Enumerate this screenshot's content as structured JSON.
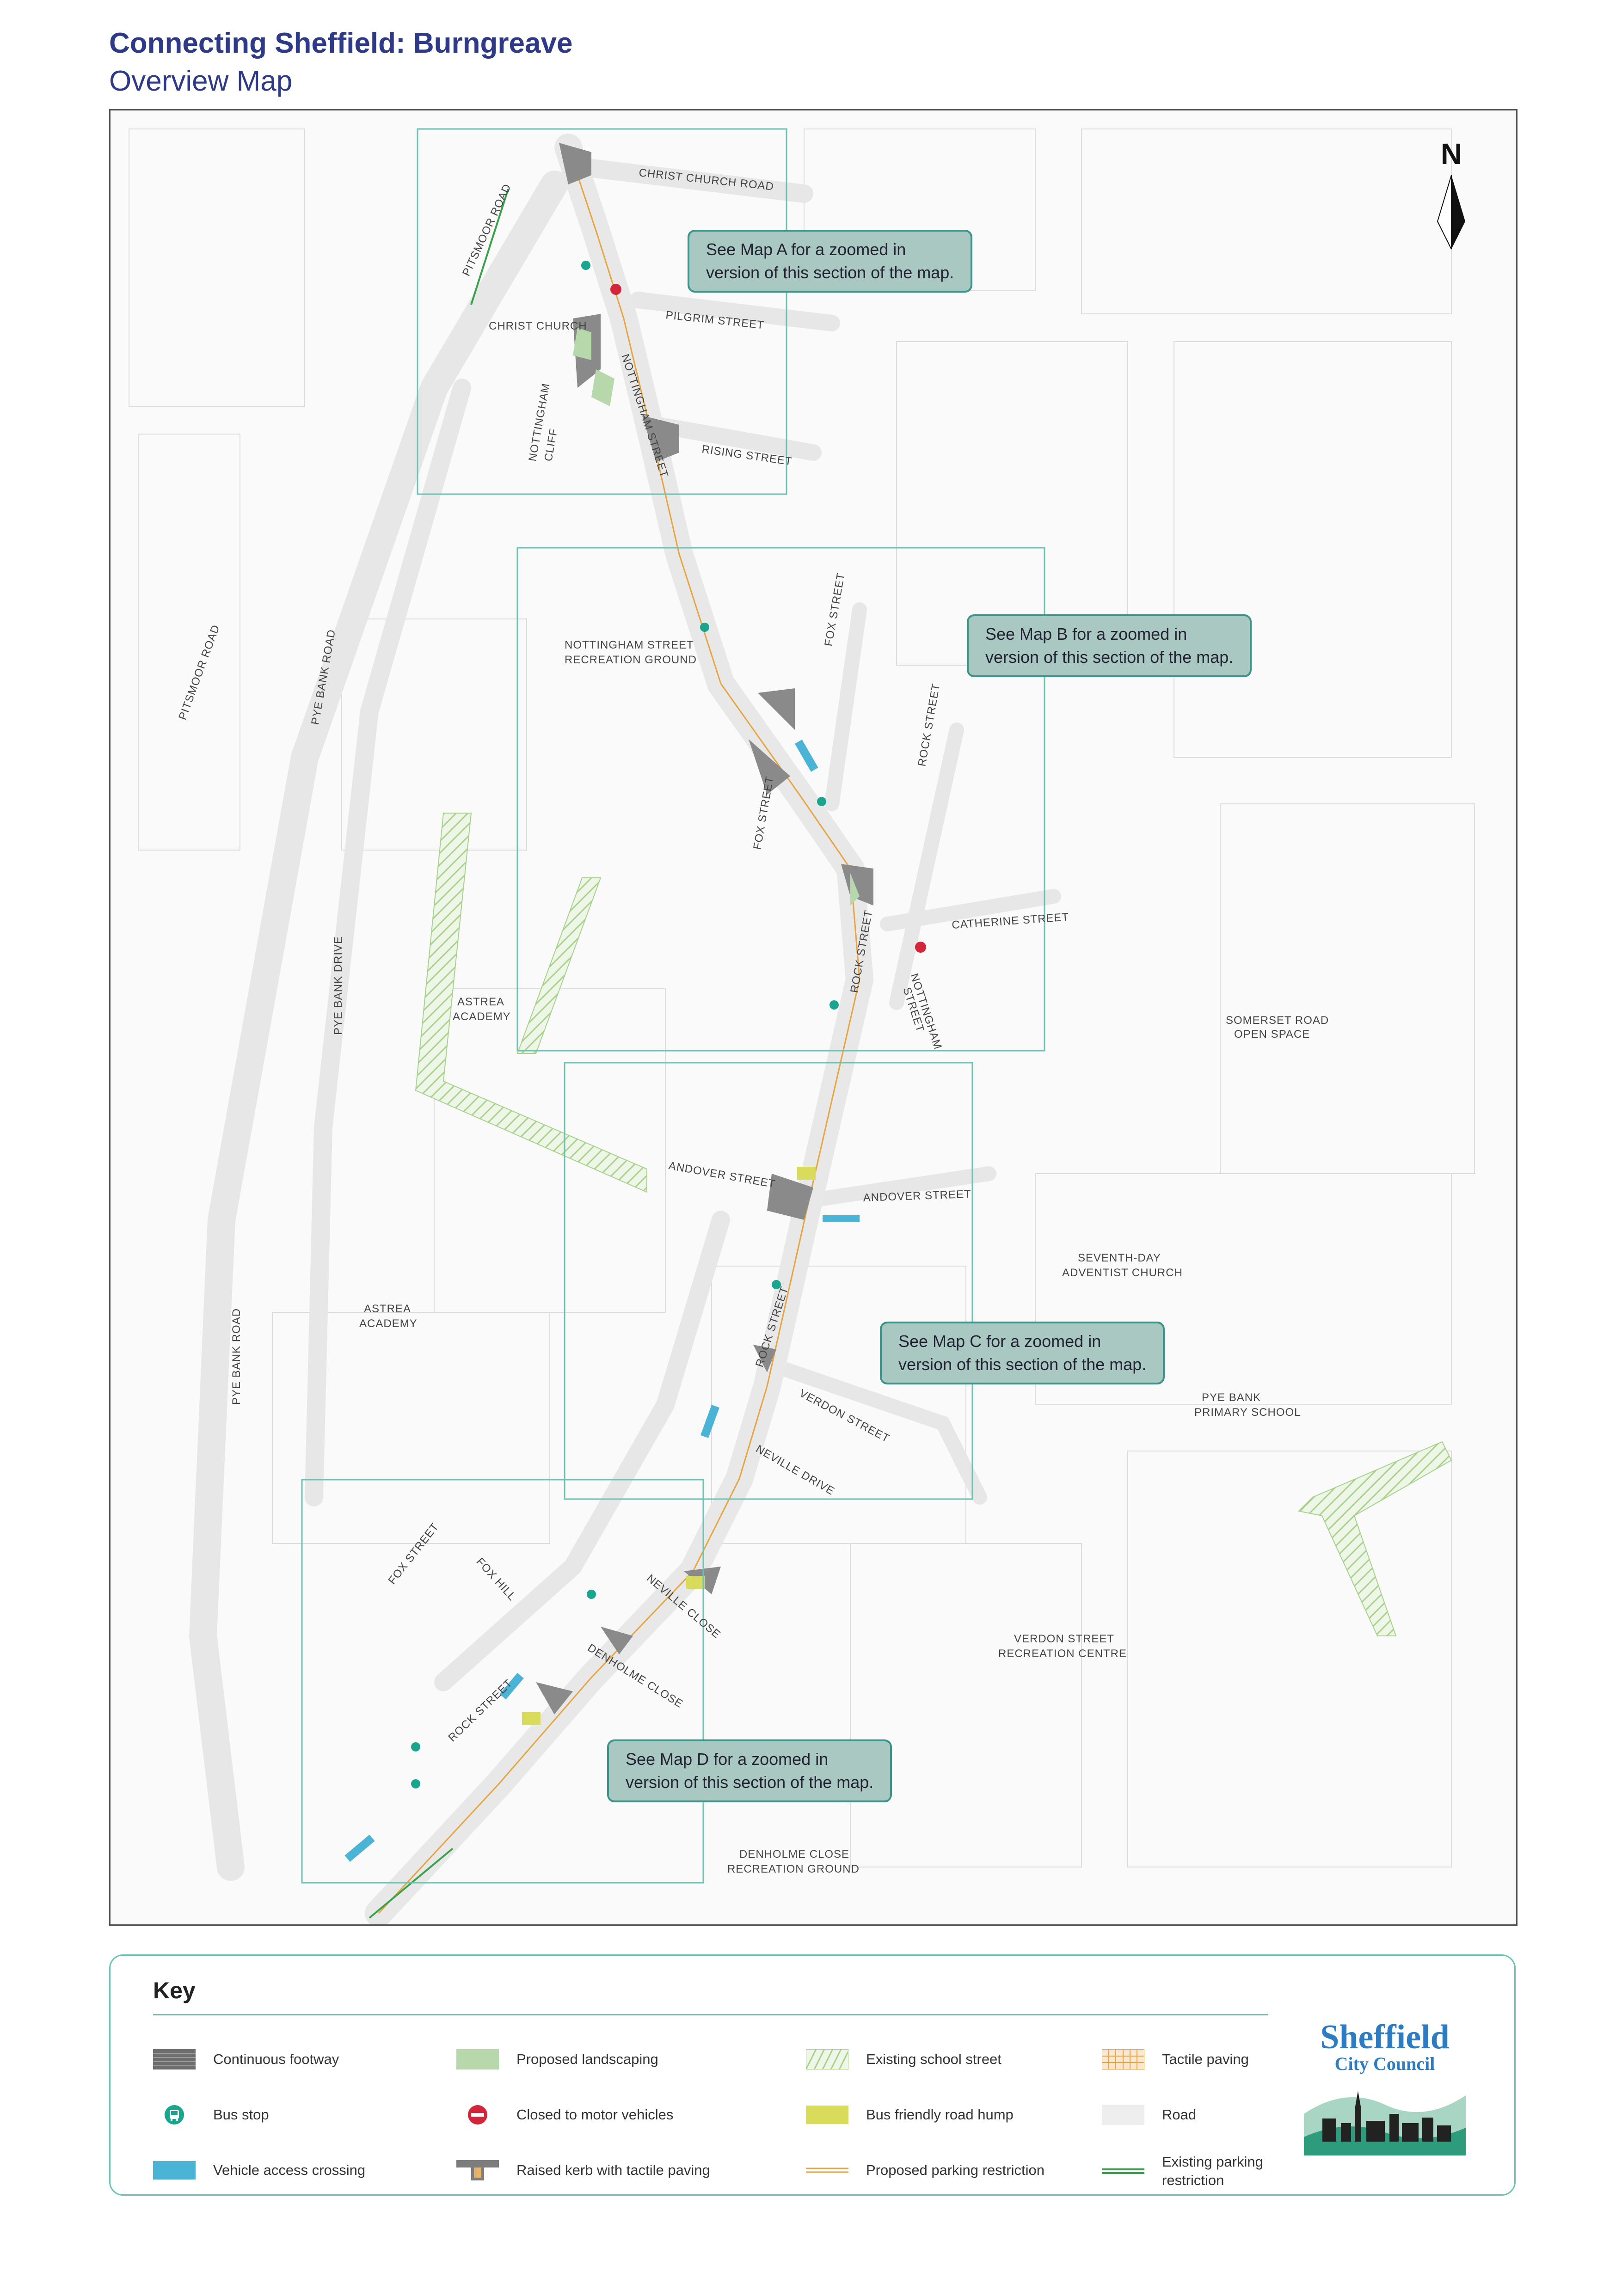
{
  "header": {
    "title": "Connecting Sheffield: Burngreave",
    "subtitle": "Overview Map"
  },
  "map": {
    "north_label": "N",
    "street_labels": [
      "CHRIST CHURCH ROAD",
      "PITSMOOR ROAD",
      "PILGRIM STREET",
      "CHRIST CHURCH",
      "NOTTINGHAM STREET",
      "NOTTINGHAM",
      "CLIFF",
      "RISING STREET",
      "FOX STREET",
      "NOTTINGHAM STREET",
      "RECREATION GROUND",
      "PITSMOOR ROAD",
      "PYE BANK ROAD",
      "ROCK STREET",
      "FOX STREET",
      "CATHERINE STREET",
      "ROCK STREET",
      "NOTTINGHAM",
      "STREET",
      "ASTREA",
      "ACADEMY",
      "PYE BANK DRIVE",
      "SOMERSET ROAD",
      "OPEN SPACE",
      "ANDOVER STREET",
      "ANDOVER STREET",
      "SEVENTH-DAY",
      "ADVENTIST CHURCH",
      "ASTREA",
      "ACADEMY",
      "PYE BANK ROAD",
      "ROCK STREET",
      "VERDON STREET",
      "PYE BANK",
      "PRIMARY SCHOOL",
      "NEVILLE DRIVE",
      "FOX STREET",
      "FOX HILL",
      "NEVILLE CLOSE",
      "VERDON STREET",
      "RECREATION CENTRE",
      "DENHOLME CLOSE",
      "ROCK STREET",
      "DENHOLME CLOSE",
      "RECREATION GROUND"
    ],
    "callouts": [
      {
        "line1": "See Map A for a zoomed in",
        "line2": "version of this section of the map."
      },
      {
        "line1": "See Map B for a zoomed in",
        "line2": "version of this section of the map."
      },
      {
        "line1": "See Map C for a zoomed in",
        "line2": "version of this section of the map."
      },
      {
        "line1": "See Map D for a zoomed in",
        "line2": "version of this section of the map."
      }
    ]
  },
  "key": {
    "title": "Key",
    "items": [
      {
        "label": "Continuous footway",
        "icon": "continuous-footway-swatch",
        "color": "#6e6e6e"
      },
      {
        "label": "Bus stop",
        "icon": "bus-stop-icon",
        "color": "#1aa58f"
      },
      {
        "label": "Vehicle access crossing",
        "icon": "vehicle-access-swatch",
        "color": "#4bb4d6"
      },
      {
        "label": "Proposed landscaping",
        "icon": "landscaping-swatch",
        "color": "#b7d8ab"
      },
      {
        "label": "Closed to motor vehicles",
        "icon": "no-entry-icon",
        "color": "#d3263a"
      },
      {
        "label": "Raised kerb with tactile paving",
        "icon": "raised-kerb-icon",
        "color": "#7d7d7d"
      },
      {
        "label": "Existing school street",
        "icon": "school-street-swatch",
        "color": "#a8d28c"
      },
      {
        "label": "Bus friendly road hump",
        "icon": "road-hump-swatch",
        "color": "#d9dc5a"
      },
      {
        "label": "Proposed parking restriction",
        "icon": "proposed-parking-swatch",
        "color": "#e6a540"
      },
      {
        "label": "Tactile paving",
        "icon": "tactile-paving-swatch",
        "color": "#e6a540"
      },
      {
        "label": "Road",
        "icon": "road-swatch",
        "color": "#eeeeee"
      },
      {
        "label": "Existing parking restriction",
        "icon": "existing-parking-swatch",
        "color": "#3aa04a"
      }
    ],
    "logo": {
      "line1": "Sheffield",
      "line2": "City Council"
    }
  }
}
